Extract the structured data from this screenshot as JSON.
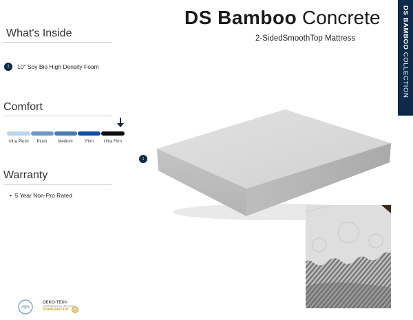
{
  "header": {
    "title_bold": "DS Bamboo",
    "title_light": "Concrete",
    "subtitle": "2-SidedSmoothTop Mattress"
  },
  "side_banner": {
    "brand": "DS BAMBOO",
    "collection": "COLLECTION"
  },
  "whats_inside": {
    "title": "What's Inside",
    "layers": [
      {
        "number": "1",
        "text": "10\" Soy Bio High Density Foam"
      }
    ]
  },
  "comfort": {
    "title": "Comfort",
    "selected": "Ultra Firm",
    "scale": [
      {
        "label": "Ultra Plush",
        "color": "#b9d5ee"
      },
      {
        "label": "Plush",
        "color": "#6e99c2"
      },
      {
        "label": "Medium",
        "color": "#4a7cb3"
      },
      {
        "label": "Firm",
        "color": "#0e4fa3"
      },
      {
        "label": "Ultra Firm",
        "color": "#0b0b0b"
      }
    ]
  },
  "warranty": {
    "title": "Warranty",
    "items": [
      "5 Year Non-Pro Rated"
    ]
  },
  "product_marker": {
    "number": "1"
  },
  "certifications": {
    "oeko_title": "OEKO-TEX®",
    "oeko_sub": "CONFIDENCE IN TEXTILES",
    "oeko_standard": "STANDARD 100"
  },
  "colors": {
    "navy": "#0d2a4a",
    "accent_gold": "#c9a227"
  }
}
